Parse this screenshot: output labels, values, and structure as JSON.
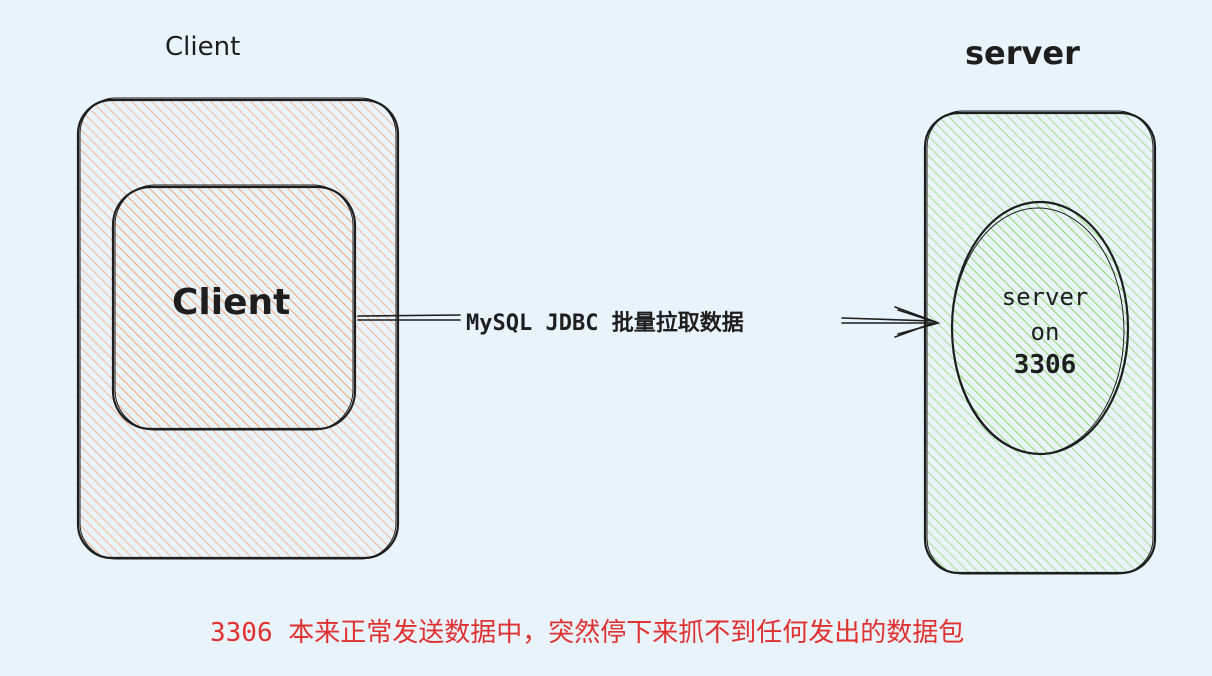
{
  "client_title": "Client",
  "server_title": "server",
  "client_inner_label": "Client",
  "edge_label": "MySQL JDBC 批量拉取数据",
  "server_node": {
    "line1": "server",
    "line2": "on",
    "line3": "3306"
  },
  "note": "3306 本来正常发送数据中，突然停下来抓不到任何发出的数据包",
  "colors": {
    "background": "#e9f3fb",
    "client_fill": "#f59f6b",
    "server_fill": "#8ad75f",
    "stroke": "#1e1e1e",
    "note": "#e03131"
  }
}
